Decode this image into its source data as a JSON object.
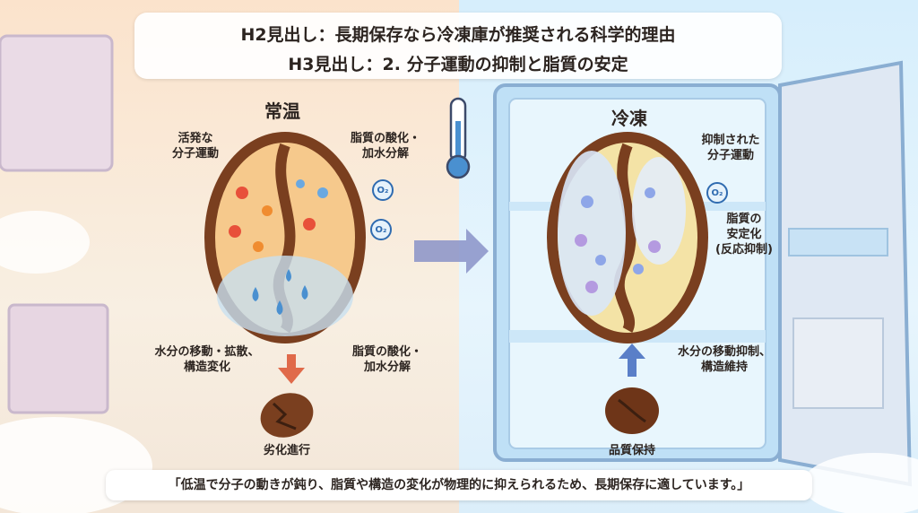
{
  "header": {
    "h2": "H2見出し：長期保存なら冷凍庫が推奨される科学的理由",
    "h3": "H3見出し：2. 分子運動の抑制と脂質の安定"
  },
  "left": {
    "title": "常温",
    "label_molecular": "活発な\n分子運動",
    "label_oxidation_top": "脂質の酸化・\n加水分解",
    "label_water": "水分の移動・拡散、\n構造変化",
    "label_oxidation_bottom": "脂質の酸化・\n加水分解",
    "label_result": "劣化進行",
    "oxygen_labels": [
      "O₂",
      "O₂"
    ]
  },
  "right": {
    "title": "冷凍",
    "label_molecular": "抑制された\n分子運動",
    "label_lipid": "脂質の\n安定化\n(反応抑制)",
    "label_water": "水分の移動抑制、\n構造維持",
    "label_result": "品質保持",
    "oxygen_label": "O₂"
  },
  "footer": {
    "note": "「低温で分子の動きが鈍り、脂質や構造の変化が物理的に抑えられるため、長期保存に適しています。」"
  },
  "colors": {
    "bean_brown": "#7a3f1f",
    "warm_bg": "#fbe3cc",
    "cold_bg": "#d6eefc",
    "arrow_red": "#e06a4a",
    "arrow_blue": "#5a7fc8"
  }
}
